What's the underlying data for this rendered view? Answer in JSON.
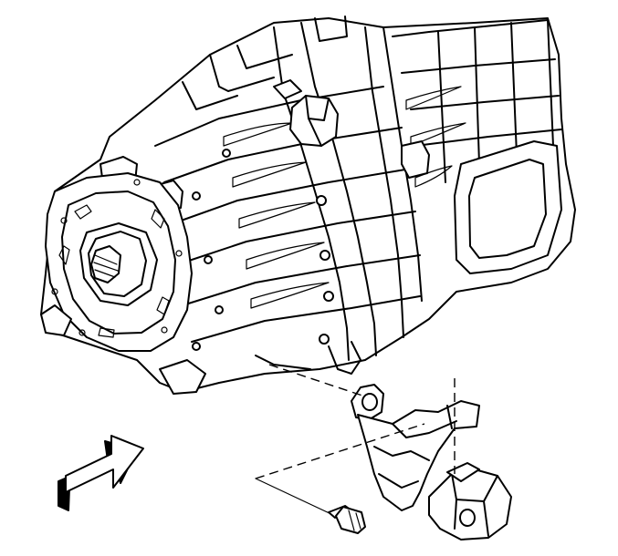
{
  "figure": {
    "parts": [
      {
        "id": "transmission",
        "icon": "transmission-case-drawing"
      },
      {
        "id": "bracket",
        "icon": "mount-bracket-drawing"
      },
      {
        "id": "bolt",
        "icon": "bolt-drawing"
      },
      {
        "id": "arrow",
        "icon": "front-direction-arrow"
      }
    ],
    "colors": {
      "ink": "#000000",
      "paper": "#ffffff",
      "arrow_fill": "#000000"
    }
  }
}
